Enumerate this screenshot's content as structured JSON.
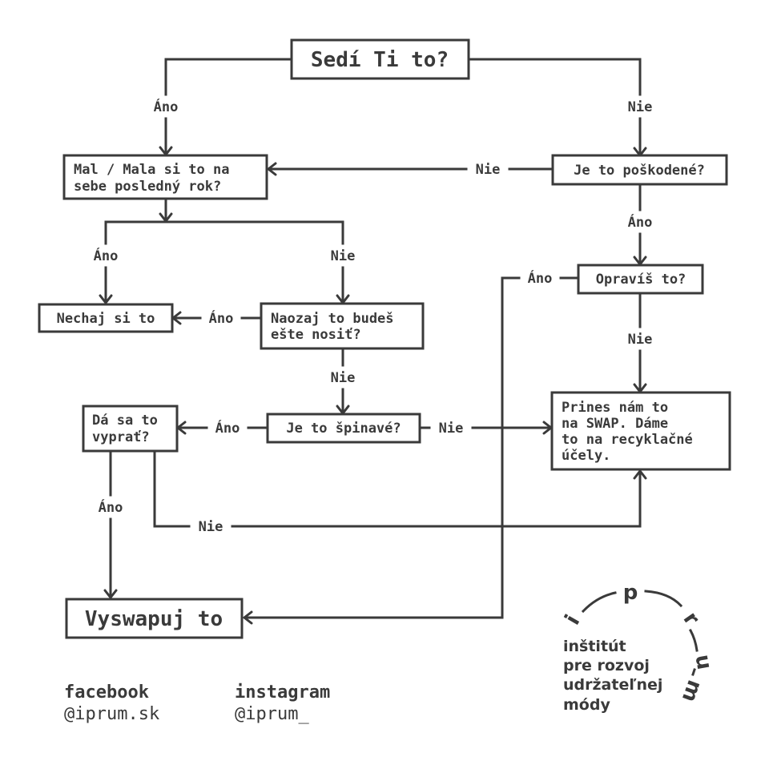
{
  "nodes": {
    "q_fits": "Sedí Ti to?",
    "q_worn": [
      "Mal / Mala si to na",
      "sebe posledný rok?"
    ],
    "q_damaged": "Je to poškodené?",
    "q_repair": "Opravíš to?",
    "r_keep": "Nechaj si to",
    "q_really_wear": [
      "Naozaj to budeš",
      "ešte nosiť?"
    ],
    "q_dirty": "Je to špinavé?",
    "q_washable": [
      "Dá sa to",
      "vyprať?"
    ],
    "r_bring": [
      "Prines nám to",
      "na SWAP. Dáme",
      "to na recyklačné",
      "účely."
    ],
    "r_swap": "Vyswapuj to"
  },
  "edge_labels": {
    "yes": "Áno",
    "no": "Nie"
  },
  "social": {
    "facebook_label": "facebook",
    "facebook_handle": "@iprum.sk",
    "instagram_label": "instagram",
    "instagram_handle": "@iprum_"
  },
  "logo": {
    "letters": [
      "i",
      "p",
      "r",
      "u",
      "m"
    ],
    "tagline": [
      "inštitút",
      "pre rozvoj",
      "udržateľnej",
      "módy"
    ]
  },
  "colors": {
    "ink": "#3a3a3a",
    "background": "#ffffff"
  }
}
